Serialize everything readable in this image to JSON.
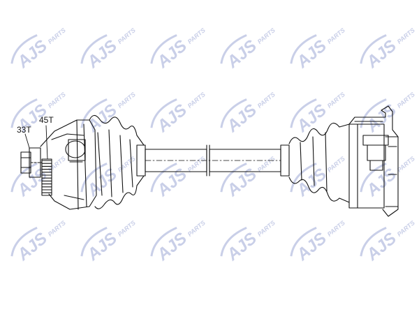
{
  "watermark": {
    "brand": "AJS",
    "suffix": "PARTS",
    "color": "#c9cfe8"
  },
  "labels": {
    "spline_outer": "33T",
    "spline_abs": "45T"
  },
  "colors": {
    "line": "#111111",
    "background": "#ffffff"
  }
}
